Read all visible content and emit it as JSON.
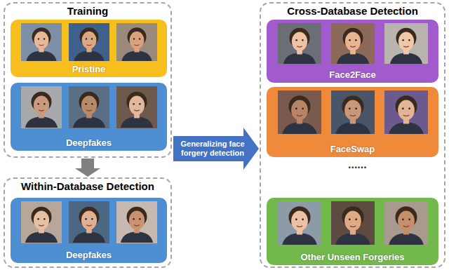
{
  "diagram": {
    "nodes": [
      {
        "text": [
          "Training"
        ]
      },
      {
        "text": [
          "Pristine"
        ],
        "in": 0
      },
      {
        "text": [
          "Deepfakes"
        ],
        "in": 0
      },
      {
        "text": [
          "Within-Database Detection"
        ]
      },
      {
        "text": [
          "Deepfakes"
        ],
        "in": 3
      },
      {
        "text": [
          "Cross-Database Detection"
        ]
      },
      {
        "text": [
          "Face2Face"
        ],
        "in": 5
      },
      {
        "text": [
          "FaceSwap"
        ],
        "in": 5
      },
      {
        "text": [
          "Other Unseen Forgeries"
        ],
        "in": 5
      }
    ],
    "edges": [
      {
        "from": 0,
        "to": 3,
        "arrow": "to"
      },
      {
        "from": 0,
        "to": 5,
        "label": "Generalizing face forgery detection",
        "arrow": "to"
      }
    ],
    "labels": [
      "......"
    ]
  }
}
